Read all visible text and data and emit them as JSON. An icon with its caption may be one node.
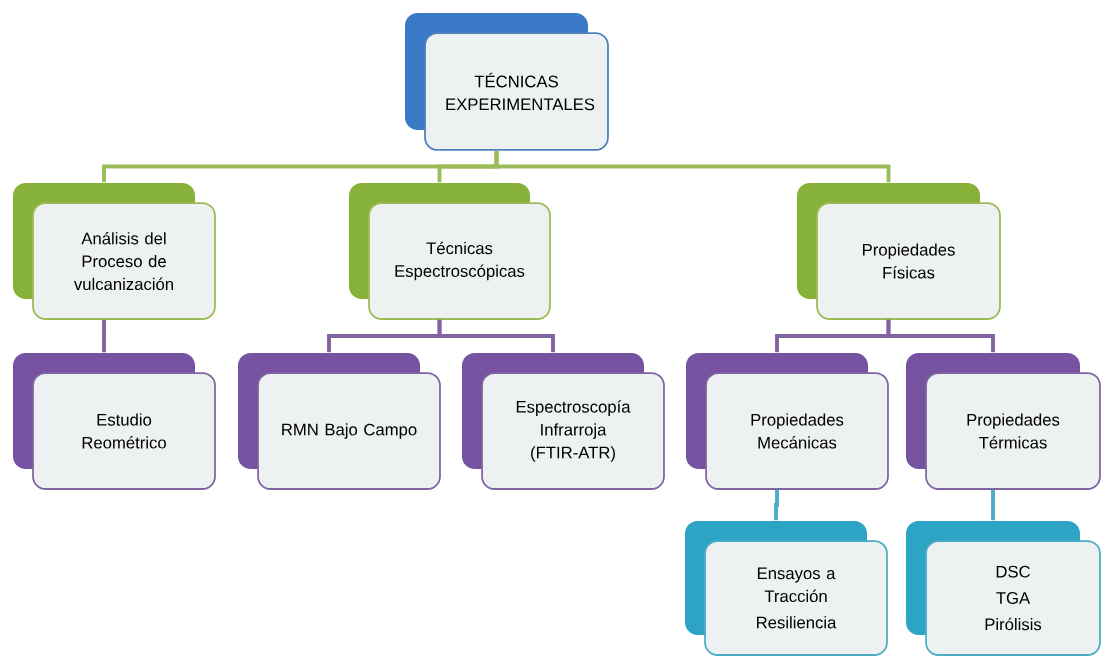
{
  "diagram": {
    "nodes": [
      {
        "text": [
          "TÉCNICAS EXPERIMENTALES"
        ]
      },
      {
        "text": [
          "Análisis del Proceso de vulcanización"
        ]
      },
      {
        "text": [
          "Técnicas Espectroscópicas"
        ]
      },
      {
        "text": [
          "Propiedades Físicas"
        ]
      },
      {
        "text": [
          "Estudio Reométrico"
        ]
      },
      {
        "text": [
          "RMN Bajo Campo"
        ]
      },
      {
        "text": [
          "Espectroscopía Infrarroja (FTIR-ATR)"
        ]
      },
      {
        "text": [
          "Propiedades Mecánicas"
        ]
      },
      {
        "text": [
          "Propiedades Térmicas"
        ]
      },
      {
        "text": [
          "Ensayos a Tracción",
          "Resiliencia"
        ]
      },
      {
        "text": [
          "DSC",
          "TGA",
          "Pirólisis"
        ]
      }
    ],
    "edges": [
      {
        "from": 0,
        "to": 1,
        "arrow": "none",
        "color": "#9bbb59"
      },
      {
        "from": 0,
        "to": 2,
        "arrow": "none",
        "color": "#9bbb59"
      },
      {
        "from": 0,
        "to": 3,
        "arrow": "none",
        "color": "#9bbb59"
      },
      {
        "from": 1,
        "to": 4,
        "arrow": "none"
      },
      {
        "from": 2,
        "to": 5,
        "arrow": "none"
      },
      {
        "from": 2,
        "to": 6,
        "arrow": "none"
      },
      {
        "from": 3,
        "to": 7,
        "arrow": "none"
      },
      {
        "from": 3,
        "to": 8,
        "arrow": "none"
      },
      {
        "from": 7,
        "to": 9,
        "arrow": "none",
        "color": "#4bacc6"
      },
      {
        "from": 8,
        "to": 10,
        "arrow": "none",
        "color": "#4bacc6"
      }
    ]
  }
}
